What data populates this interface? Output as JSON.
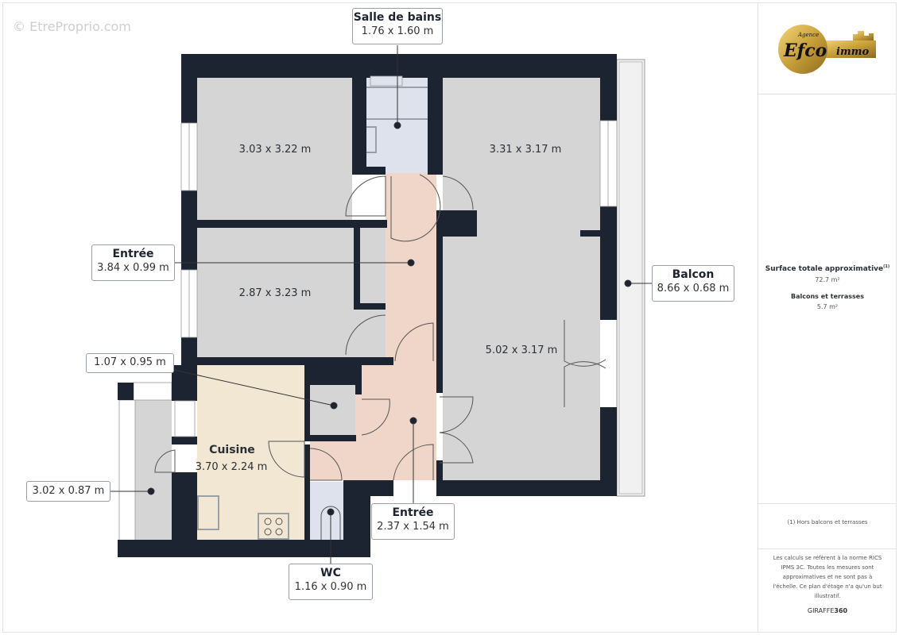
{
  "watermark": "© EtreProprio.com",
  "logo": {
    "small": "Agence",
    "brand": "Efco",
    "suffix": "immo"
  },
  "colors": {
    "wall": "#1c2331",
    "room": "#d5d5d5",
    "wet": "#dde2ec",
    "hall": "#efd6c8",
    "kitchen": "#f1e7d3",
    "balcony": "#f1f1f1"
  },
  "rooms": {
    "bathroom": {
      "name": "Salle de bains",
      "dims": "1.76 x 1.60 m"
    },
    "bedroom1": {
      "dims": "3.03 x 3.22 m"
    },
    "bedroom_right": {
      "dims": "3.31 x 3.17 m"
    },
    "bedroom2": {
      "dims": "2.87 x 3.23 m"
    },
    "living": {
      "dims": "5.02 x 3.17 m"
    },
    "corridor": {
      "name": "Entrée",
      "dims": "3.84 x 0.99 m"
    },
    "balcony": {
      "name": "Balcon",
      "dims": "8.66 x 0.68 m"
    },
    "closet": {
      "dims": "1.07 x 0.95 m"
    },
    "kitchen": {
      "name": "Cuisine",
      "dims": "3.70 x 2.24 m"
    },
    "loggia": {
      "dims": "3.02 x 0.87 m"
    },
    "entrance": {
      "name": "Entrée",
      "dims": "2.37 x 1.54 m"
    },
    "wc": {
      "name": "WC",
      "dims": "1.16 x 0.90 m"
    }
  },
  "summary": {
    "total_label": "Surface totale approximative",
    "total_note": "(1)",
    "total_value": "72.7 m²",
    "balcony_label": "Balcons et terrasses",
    "balcony_value": "5.7 m²",
    "footnote": "(1) Hors balcons et terrasses",
    "disclaimer": "Les calculs se réfèrent à la norme RICS IPMS 3C. Toutes les mesures sont approximatives et ne sont pas à l'échelle. Ce plan d'étage n'a qu'un but illustratif.",
    "brand_a": "GIRAFFE",
    "brand_b": "360"
  }
}
